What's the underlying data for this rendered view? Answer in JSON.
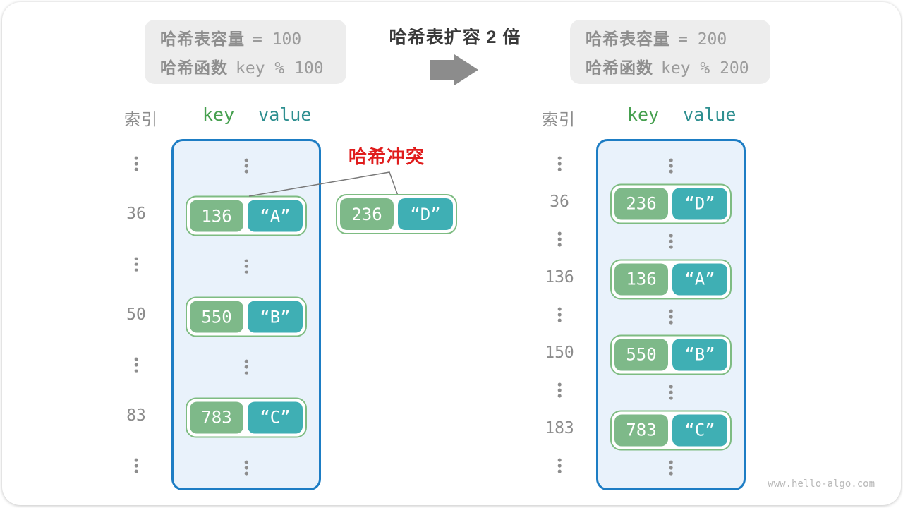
{
  "watermark": "www.hello-algo.com",
  "header": {
    "left_box": {
      "line1_label": "哈希表容量",
      "line1_value": "= 100",
      "line2_label": "哈希函数",
      "line2_value": "key % 100"
    },
    "transition": {
      "title": "哈希表扩容 2 倍",
      "arrow_icon": "right-block-arrow"
    },
    "right_box": {
      "line1_label": "哈希表容量",
      "line1_value": "= 200",
      "line2_label": "哈希函数",
      "line2_value": "key % 200"
    }
  },
  "collision": {
    "label": "哈希冲突",
    "pair": {
      "key": "236",
      "value": "“D”"
    }
  },
  "left_table": {
    "index_header": "索引",
    "key_header": "key",
    "value_header": "value",
    "rows": [
      {
        "type": "dots"
      },
      {
        "type": "pair",
        "index": "36",
        "key": "136",
        "value": "“A”"
      },
      {
        "type": "dots"
      },
      {
        "type": "pair",
        "index": "50",
        "key": "550",
        "value": "“B”"
      },
      {
        "type": "dots"
      },
      {
        "type": "pair",
        "index": "83",
        "key": "783",
        "value": "“C”"
      },
      {
        "type": "dots"
      }
    ]
  },
  "right_table": {
    "index_header": "索引",
    "key_header": "key",
    "value_header": "value",
    "rows": [
      {
        "type": "dots"
      },
      {
        "type": "pair",
        "index": "36",
        "key": "236",
        "value": "“D”"
      },
      {
        "type": "dots"
      },
      {
        "type": "pair",
        "index": "136",
        "key": "136",
        "value": "“A”"
      },
      {
        "type": "dots"
      },
      {
        "type": "pair",
        "index": "150",
        "key": "550",
        "value": "“B”"
      },
      {
        "type": "dots"
      },
      {
        "type": "pair",
        "index": "183",
        "key": "783",
        "value": "“C”"
      },
      {
        "type": "dots"
      }
    ]
  },
  "colors": {
    "accent_blue": "#1d7dc4",
    "bucket_fill": "#e9f2fb",
    "key_green": "#7eb989",
    "value_teal": "#3fafb4",
    "pair_border": "#7ebc82",
    "collision_red": "#e01c1c",
    "gray_text": "#8c8c8c",
    "key_header_green": "#46a04f",
    "value_header_teal": "#2e8f90"
  }
}
